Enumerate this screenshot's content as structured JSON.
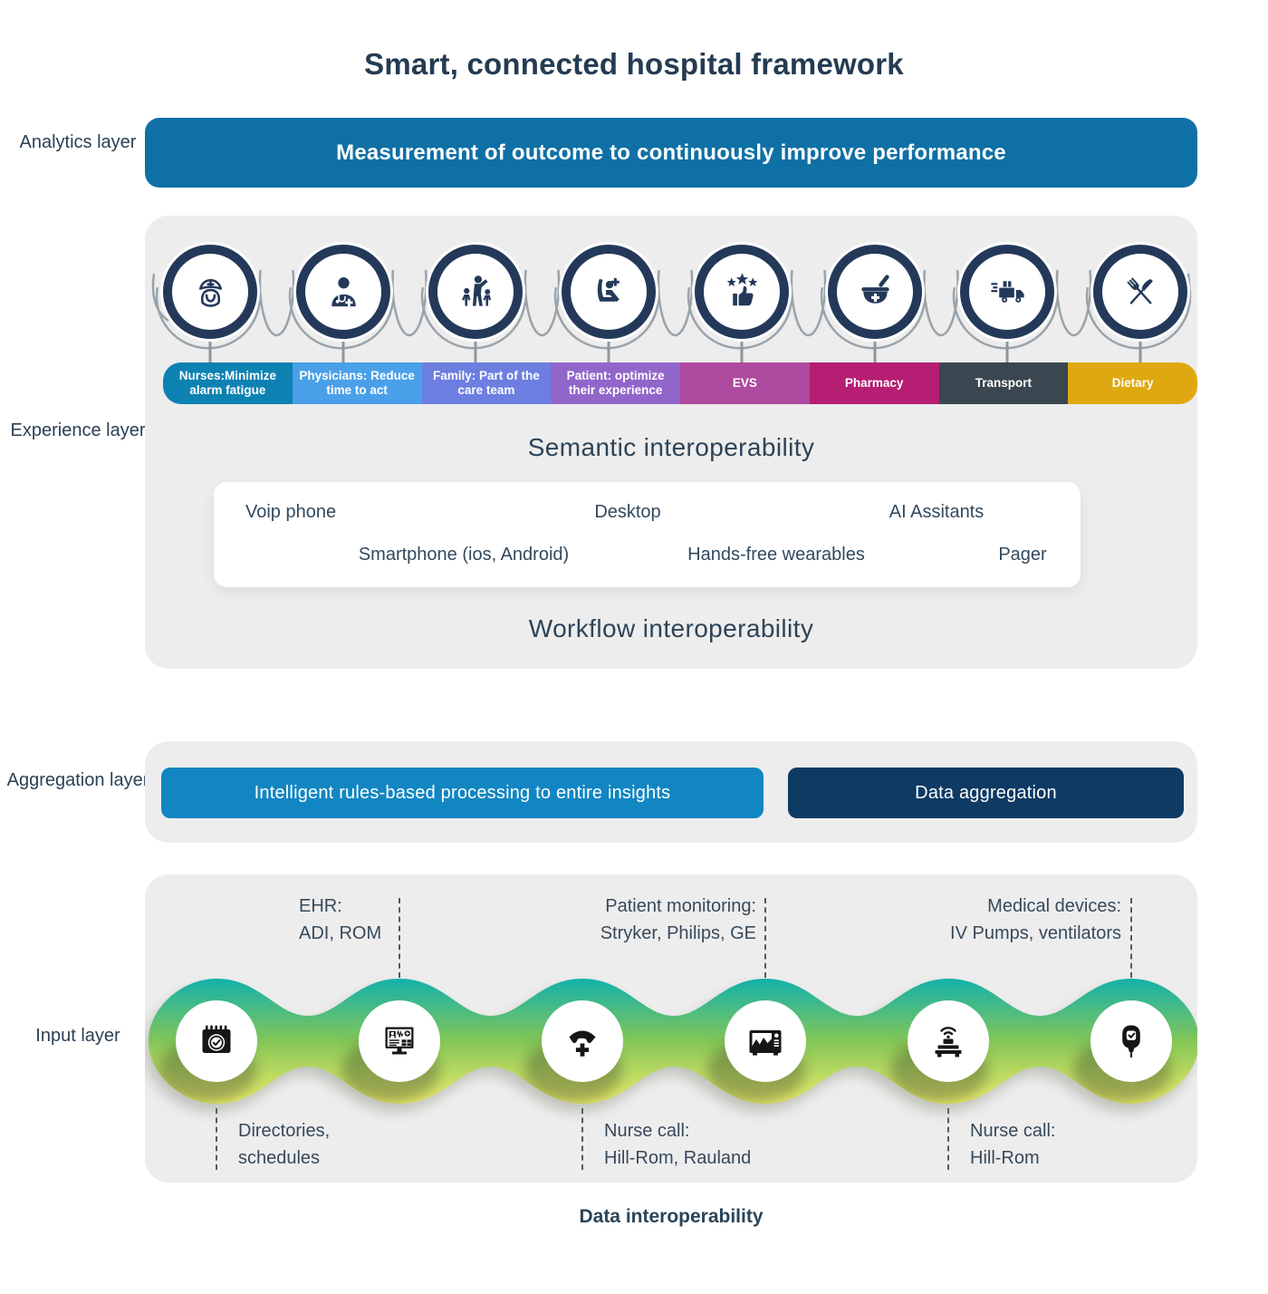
{
  "title": "Smart, connected hospital framework",
  "colors": {
    "banner_blue": "#0F70A5",
    "process_blue": "#1186C2",
    "aggregation_navy": "#0E3A64",
    "ribbon_teal": "#13B1AB",
    "ribbon_green": "#83C657",
    "ribbon_yellow": "#EEEC6A",
    "ring_navy": "#24395A",
    "box_gray": "#EDEDED"
  },
  "layers": {
    "analytics": {
      "label": "Analytics layer",
      "banner": "Measurement of outcome to continuously improve performance"
    },
    "experience": {
      "label": "Experience layer",
      "roles": [
        {
          "icon": "nurse-icon",
          "label": "Nurses:Minimize alarm fatigue",
          "color": "#0D82B2"
        },
        {
          "icon": "physician-icon",
          "label": "Physicians: Reduce time to act",
          "color": "#4AA0E8"
        },
        {
          "icon": "family-icon",
          "label": "Family: Part of the care team",
          "color": "#6D7EE1"
        },
        {
          "icon": "patient-icon",
          "label": "Patient: optimize their experience",
          "color": "#9066CB"
        },
        {
          "icon": "evs-stars-thumb-icon",
          "label": "EVS",
          "color": "#AE4AA0"
        },
        {
          "icon": "pharmacy-mortar-icon",
          "label": "Pharmacy",
          "color": "#B51E72"
        },
        {
          "icon": "transport-truck-icon",
          "label": "Transport",
          "color": "#3A4750"
        },
        {
          "icon": "dietary-cutlery-icon",
          "label": "Dietary",
          "color": "#E0A810"
        }
      ],
      "semantic_heading": "Semantic interoperability",
      "devices_row1": [
        "Voip phone",
        "Desktop",
        "AI Assitants"
      ],
      "devices_row2": [
        "Smartphone (ios, Android)",
        "Hands-free wearables",
        "Pager"
      ],
      "workflow_heading": "Workflow interoperability"
    },
    "aggregation": {
      "label": "Aggregation layer",
      "left_pill": "Intelligent rules-based processing to entire insights",
      "right_pill": "Data aggregation"
    },
    "input": {
      "label": "Input layer",
      "top_labels": [
        {
          "line1": "EHR:",
          "line2": "ADI, ROM"
        },
        {
          "line1": "Patient monitoring:",
          "line2": "Stryker, Philips, GE"
        },
        {
          "line1": "Medical devices:",
          "line2": "IV Pumps, ventilators"
        }
      ],
      "bottom_labels": [
        {
          "line1": "Directories,",
          "line2": "schedules"
        },
        {
          "line1": "Nurse call:",
          "line2": "Hill-Rom, Rauland"
        },
        {
          "line1": "Nurse call:",
          "line2": "Hill-Rom"
        }
      ],
      "nodes": [
        "calendar-check-icon",
        "ehr-monitor-icon",
        "nurse-call-phone-icon",
        "patient-monitor-icon",
        "smart-bed-icon",
        "medical-device-icon"
      ],
      "footer": "Data interoperability"
    }
  }
}
